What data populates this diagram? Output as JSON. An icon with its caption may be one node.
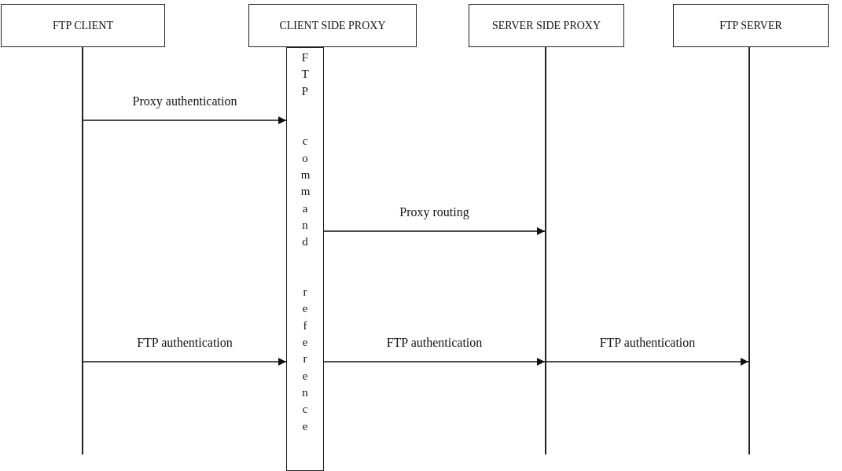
{
  "diagram": {
    "nodes": [
      {
        "text": [
          "FTP CLIENT"
        ]
      },
      {
        "text": [
          "CLIENT SIDE PROXY"
        ]
      },
      {
        "text": [
          "SERVER SIDE PROXY"
        ]
      },
      {
        "text": [
          "FTP SERVER"
        ]
      },
      {
        "text": [
          "FTP command reference"
        ]
      },
      {
        "text": [],
        "shape": "bar"
      },
      {
        "text": [],
        "shape": "bar"
      },
      {
        "text": [],
        "shape": "bar"
      }
    ],
    "edges": [
      {
        "from": 5,
        "to": 4,
        "arrow": "to",
        "label": "Proxy authentication"
      },
      {
        "from": 4,
        "to": 6,
        "arrow": "to",
        "label": "Proxy routing"
      },
      {
        "from": 5,
        "to": 4,
        "arrow": "to",
        "label": "FTP authentication"
      },
      {
        "from": 4,
        "to": 6,
        "arrow": "to",
        "label": "FTP authentication"
      },
      {
        "from": 6,
        "to": 7,
        "arrow": "to",
        "label": "FTP authentication"
      }
    ]
  }
}
